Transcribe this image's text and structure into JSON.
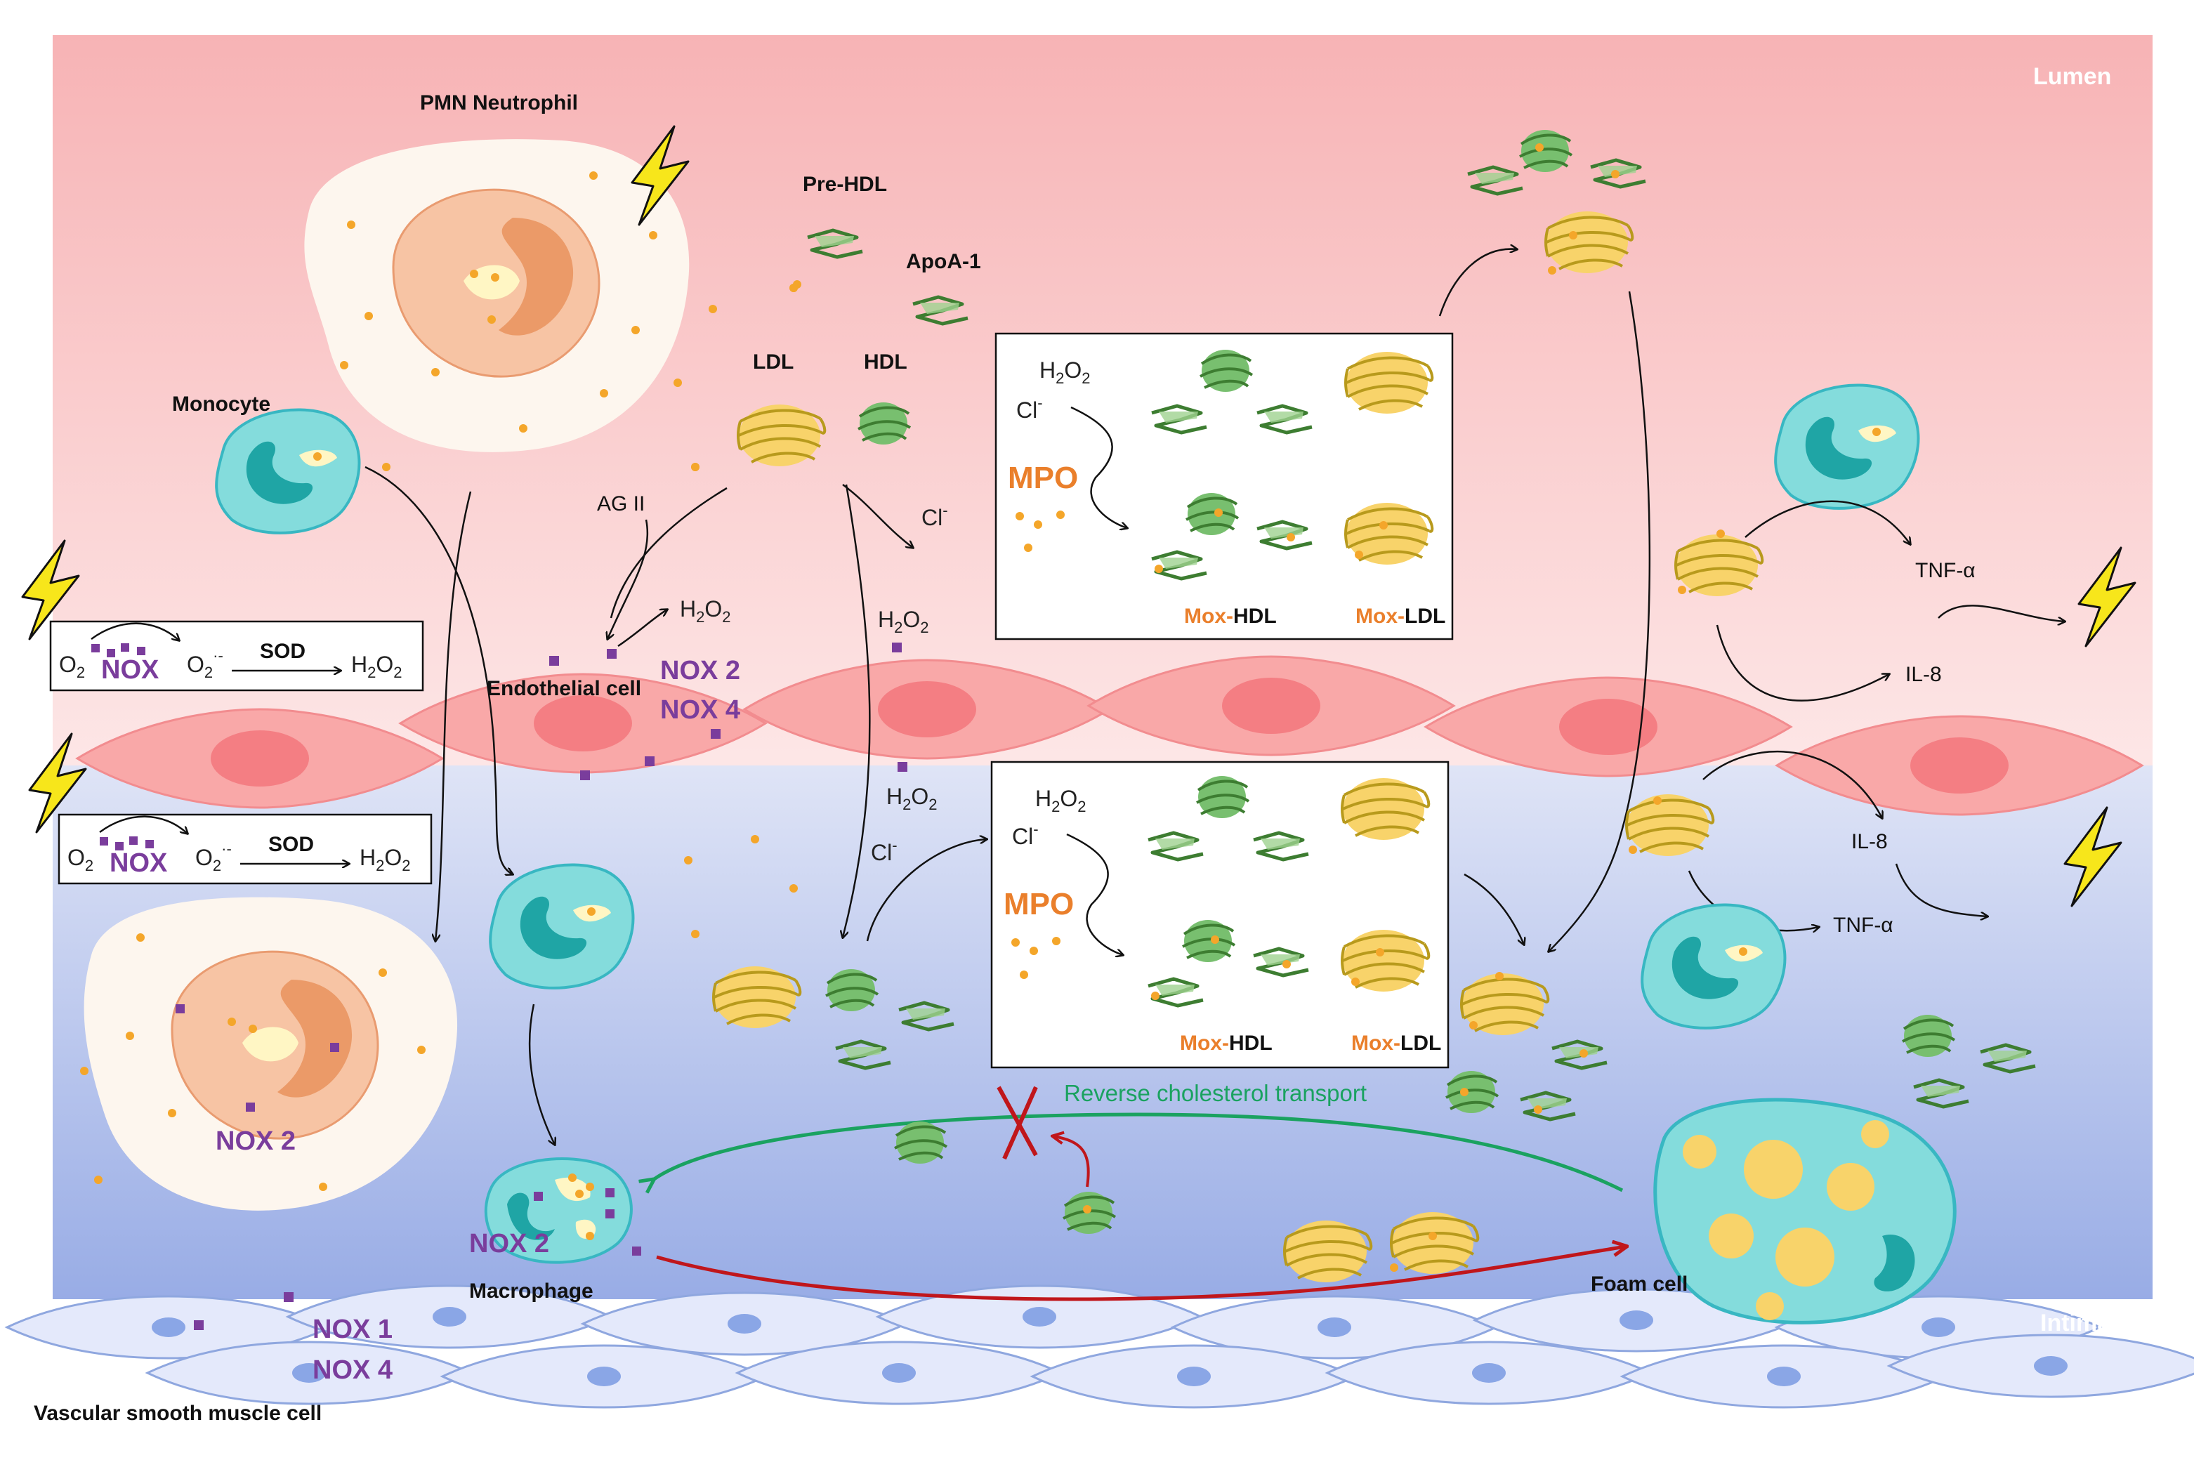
{
  "regions": {
    "lumen": "Lumen",
    "intima": "Intima"
  },
  "cells": {
    "neutrophil": "PMN Neutrophil",
    "monocyte": "Monocyte",
    "endothelial": "Endothelial  cell",
    "macrophage": "Macrophage",
    "foam": "Foam cell",
    "vsmc": "Vascular smooth  muscle cell"
  },
  "lipoproteins": {
    "pre_hdl": "Pre-HDL",
    "apoa1": "ApoA-1",
    "ldl": "LDL",
    "hdl": "HDL"
  },
  "chemistry": {
    "h": "H",
    "o": "O",
    "sub2": "2",
    "o2": "O",
    "o2sup": "·-",
    "cl": "Cl",
    "minus": "-",
    "sod": "SOD",
    "nox": "NOX",
    "ag2": "AG  II",
    "tnf": "TNF-α",
    "il8": "IL-8"
  },
  "nox_labels": {
    "nox2": "NOX 2",
    "nox4": "NOX 4",
    "nox1": "NOX 1"
  },
  "mpo_box": {
    "mpo": "MPO",
    "mox": "Mox-",
    "hdl": "HDL",
    "ldl": "LDL"
  },
  "transport": {
    "reverse": "Reverse cholesterol  transport"
  },
  "colors": {
    "lumen_top": "#f7b3b5",
    "lumen_bottom": "#fde6e6",
    "intima_top": "#d9dff5",
    "intima_bottom": "#8ea5e4",
    "endothelium": "#f9a8a8",
    "nucleus": "#f47e83",
    "monocyte": "#7fd8d8",
    "monocyte_nucleus": "#26aaaa",
    "ldl": "#f8d36a",
    "hdl": "#78bf6f",
    "nox": "#7a3d9c",
    "mpo": "#ea7f2b",
    "green_arrow": "#1aa260",
    "red_arrow": "#c0161b"
  }
}
